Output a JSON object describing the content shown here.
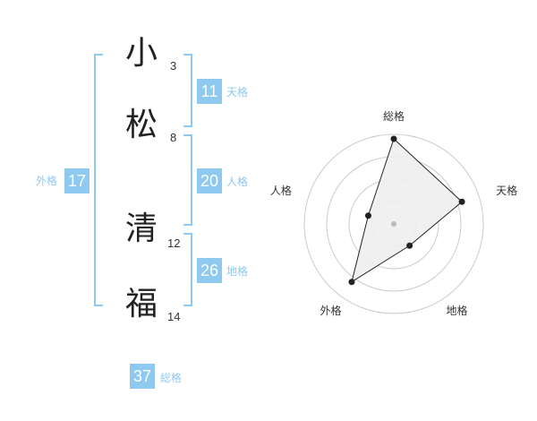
{
  "name": {
    "chars": [
      {
        "char": "小",
        "strokes": "3"
      },
      {
        "char": "松",
        "strokes": "8"
      },
      {
        "char": "清",
        "strokes": "12"
      },
      {
        "char": "福",
        "strokes": "14"
      }
    ]
  },
  "kaku": {
    "tenkaku": {
      "value": "11",
      "label": "天格"
    },
    "jinkaku": {
      "value": "20",
      "label": "人格"
    },
    "chikaku": {
      "value": "26",
      "label": "地格"
    },
    "gaikaku": {
      "value": "17",
      "label": "外格"
    },
    "soukaku": {
      "value": "37",
      "label": "総格"
    }
  },
  "chart_data": {
    "type": "radar",
    "axes": [
      "総格",
      "天格",
      "地格",
      "外格",
      "人格"
    ],
    "values": [
      0.95,
      0.8,
      0.3,
      0.8,
      0.3
    ],
    "rings": 4,
    "colors": {
      "fill": "#eeeeee",
      "line": "#222222",
      "ring": "#cccccc",
      "center": "#bbbbbb"
    }
  },
  "colors": {
    "accent": "#8ec9f0"
  }
}
